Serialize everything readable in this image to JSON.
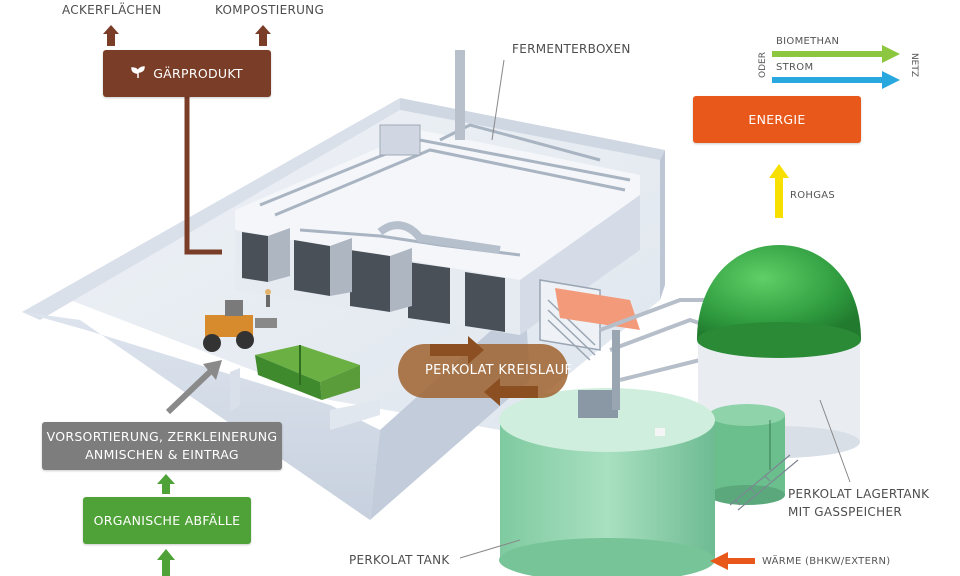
{
  "labels": {
    "ackerflaechen": "ACKERFLÄCHEN",
    "kompostierung": "KOMPOSTIERUNG",
    "gaerprodukt": "GÄRPRODUKT",
    "fermenterboxen": "FERMENTERBOXEN",
    "biomethan": "BIOMETHAN",
    "strom": "STROM",
    "oder": "ODER",
    "netz": "NETZ",
    "energie": "ENERGIE",
    "rohgas": "ROHGAS",
    "perkolat_kreislauf": "PERKOLAT KREISLAUF",
    "vorsortierung_line1": "VORSORTIERUNG, ZERKLEINERUNG",
    "vorsortierung_line2": "ANMISCHEN & EINTRAG",
    "organische_abfaelle": "ORGANISCHE ABFÄLLE",
    "perkolat_lagertank_line1": "PERKOLAT LAGERTANK",
    "perkolat_lagertank_line2": "MIT GASSPEICHER",
    "perkolat_tank": "PERKOLAT TANK",
    "waerme": "WÄRME (BHKW/EXTERN)"
  },
  "colors": {
    "brown": "#7a3e28",
    "energy_orange": "#e8581b",
    "gray_box": "#7d7d7d",
    "green_box": "#4fa237",
    "biomethan_green": "#8dc63f",
    "strom_blue": "#29a8df",
    "rohgas_yellow": "#f7e000",
    "kreislauf_brown": "#a0632f"
  },
  "icons": {
    "gaerprodukt_icon": "sprout-icon"
  }
}
